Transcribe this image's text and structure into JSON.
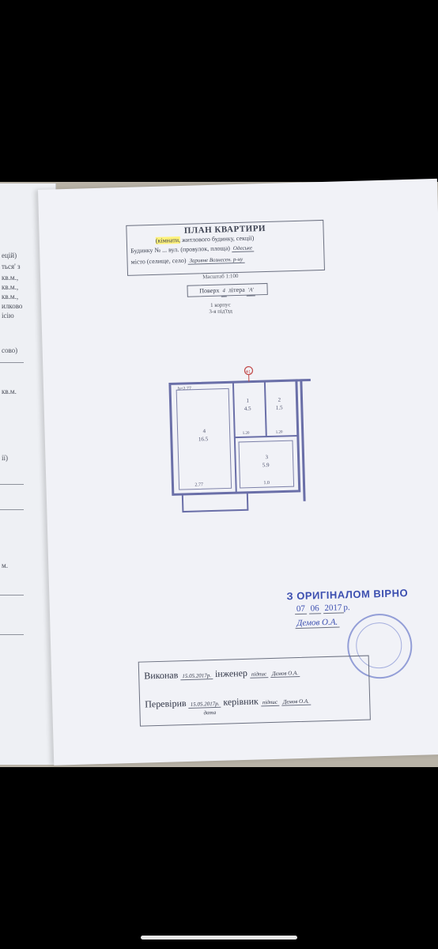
{
  "left_page": {
    "fragments": [
      "ецій)",
      "ться' з",
      "кв.м.,",
      "кв.м.,",
      "кв.м.,",
      "илково",
      "ісію",
      "сово)",
      "кв.м.",
      "ії)",
      "м."
    ]
  },
  "plan_sheet": {
    "title": "ПЛАН КВАРТИРИ",
    "subtitle_highlight": "(кімнати,",
    "subtitle_rest": "житлового будинку, секції)",
    "building_row": "Будинку № ... вул. (провулок, площа)",
    "building_value": "Одеське",
    "city_row": "місто (селище, село)",
    "city_value": "Заривне Вознесен. р-ну",
    "scale": "Масштаб 1:100",
    "floor_label": "Поверх",
    "floor_value": "4",
    "letter_label": "літера",
    "letter_value": "'А'",
    "corridor_line1": "1 корпус",
    "corridor_line2": "3-я під'їзд"
  },
  "floor_plan": {
    "height_note": "h=2.77",
    "north_marker": "Ф1",
    "rooms": [
      {
        "number": "1",
        "area": "4.5"
      },
      {
        "number": "2",
        "area": "1.5"
      },
      {
        "number": "3",
        "area": "5.9"
      },
      {
        "number": "4",
        "area": "16.5"
      }
    ],
    "dims": [
      "2.77",
      "1.0",
      "1.20",
      "1.20"
    ]
  },
  "stamp": {
    "title": "З ОРИГІНАЛОМ ВІРНО",
    "day": "07",
    "month": "06",
    "year": "2017",
    "year_suffix": "р.",
    "name": "Демов О.А."
  },
  "signatures": {
    "made_label": "Виконав",
    "made_date": "15.05.2017р.",
    "made_role": "інженер",
    "made_name": "Демов О.А.",
    "checked_label": "Перевірив",
    "checked_date": "15.05.2017р.",
    "checked_role": "керівник",
    "checked_name": "Демов О.А.",
    "caption_date": "дата",
    "caption_sign": "підпис"
  }
}
